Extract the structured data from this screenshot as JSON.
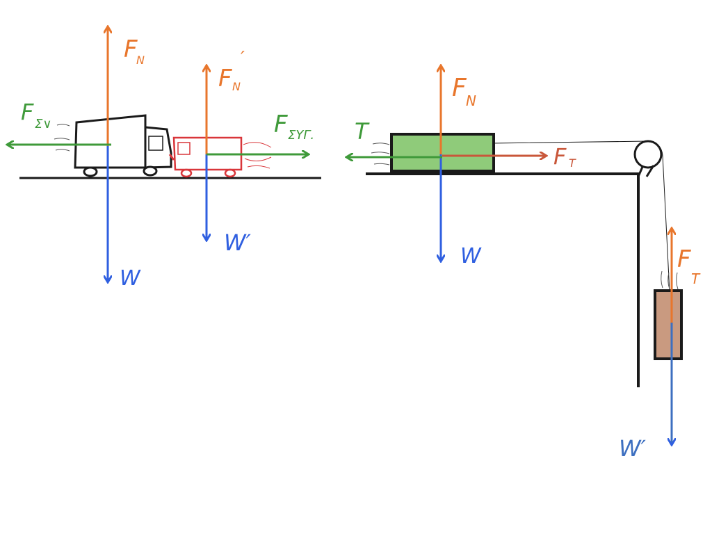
{
  "labels": {
    "left_normal": "F",
    "left_normal_sub": "N",
    "left_weight": "W",
    "left_push": "F",
    "left_push_sub": "Σ∨",
    "red_normal": "F",
    "red_normal_sub": "N",
    "red_normal_prime": "′",
    "red_weight": "W′",
    "red_push": "F",
    "red_push_sub": "ΣΥΓ.",
    "block_normal": "F",
    "block_normal_sub": "N",
    "block_weight": "W",
    "block_friction": "T",
    "block_tension": "F",
    "block_tension_sub": "T",
    "hanging_tension": "F",
    "hanging_tension_sub": "T",
    "hanging_weight": "W′"
  },
  "colors": {
    "normal": "#e8762c",
    "weight": "#2f5fe0",
    "friction": "#3f9a3a",
    "tension": "#c9573a",
    "truck_red": "#d9363a",
    "block_green": "#8fcb7a",
    "block_brown": "#c99a80",
    "ink": "#1a1a1a",
    "hanging_weight": "#3d6fc0"
  }
}
